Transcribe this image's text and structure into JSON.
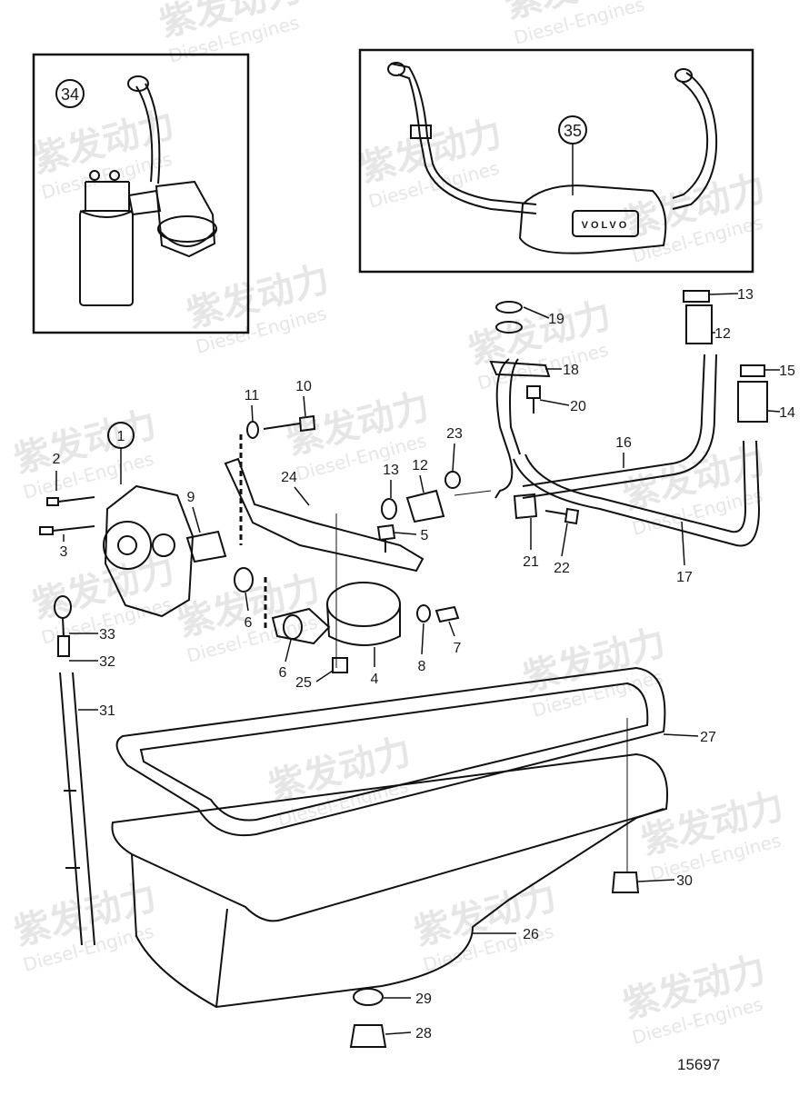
{
  "diagram": {
    "drawing_number": "15697",
    "inset_left_ref": "34",
    "inset_right_ref": "35",
    "oil_cooler_brand": "VOLVO",
    "callouts": [
      {
        "id": "c1",
        "label": "1",
        "circled": true
      },
      {
        "id": "c2",
        "label": "2"
      },
      {
        "id": "c3",
        "label": "3"
      },
      {
        "id": "c4",
        "label": "4"
      },
      {
        "id": "c5",
        "label": "5"
      },
      {
        "id": "c6a",
        "label": "6"
      },
      {
        "id": "c6b",
        "label": "6"
      },
      {
        "id": "c7",
        "label": "7"
      },
      {
        "id": "c8",
        "label": "8"
      },
      {
        "id": "c9",
        "label": "9"
      },
      {
        "id": "c10",
        "label": "10"
      },
      {
        "id": "c11",
        "label": "11"
      },
      {
        "id": "c12a",
        "label": "12"
      },
      {
        "id": "c12b",
        "label": "12"
      },
      {
        "id": "c13a",
        "label": "13"
      },
      {
        "id": "c13b",
        "label": "13"
      },
      {
        "id": "c14",
        "label": "14"
      },
      {
        "id": "c15",
        "label": "15"
      },
      {
        "id": "c16",
        "label": "16"
      },
      {
        "id": "c17",
        "label": "17"
      },
      {
        "id": "c18",
        "label": "18"
      },
      {
        "id": "c19",
        "label": "19"
      },
      {
        "id": "c20",
        "label": "20"
      },
      {
        "id": "c21",
        "label": "21"
      },
      {
        "id": "c22",
        "label": "22"
      },
      {
        "id": "c23",
        "label": "23"
      },
      {
        "id": "c24",
        "label": "24"
      },
      {
        "id": "c25",
        "label": "25"
      },
      {
        "id": "c26",
        "label": "26"
      },
      {
        "id": "c27",
        "label": "27"
      },
      {
        "id": "c28",
        "label": "28"
      },
      {
        "id": "c29",
        "label": "29"
      },
      {
        "id": "c30",
        "label": "30"
      },
      {
        "id": "c31",
        "label": "31"
      },
      {
        "id": "c32",
        "label": "32"
      },
      {
        "id": "c33",
        "label": "33"
      }
    ]
  },
  "watermark": {
    "brand_cn": "紫发动力",
    "brand_en": "Diesel-Engines"
  }
}
